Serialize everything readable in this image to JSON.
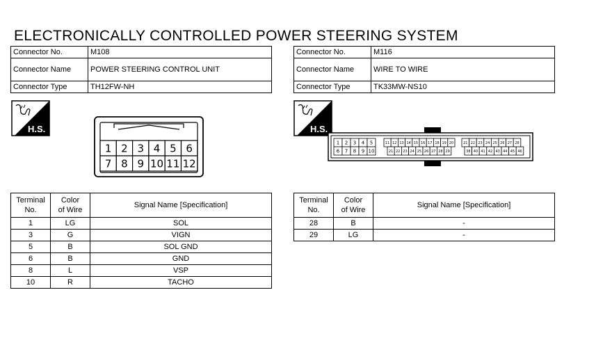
{
  "title": "ELECTRONICALLY CONTROLLED POWER STEERING SYSTEM",
  "left": {
    "connector_no_label": "Connector No.",
    "connector_no": "M108",
    "connector_name_label": "Connector Name",
    "connector_name": "POWER STEERING CONTROL UNIT",
    "connector_type_label": "Connector Type",
    "connector_type": "TH12FW-NH",
    "hs_label": "H.S.",
    "pins_top": [
      "1",
      "2",
      "3",
      "4",
      "5",
      "6"
    ],
    "pins_bottom": [
      "7",
      "8",
      "9",
      "10",
      "11",
      "12"
    ],
    "headers": {
      "terminal": [
        "Terminal",
        "No."
      ],
      "color": [
        "Color",
        "of Wire"
      ],
      "signal": "Signal Name [Specification]"
    },
    "rows": [
      {
        "term": "1",
        "color": "LG",
        "signal": "SOL"
      },
      {
        "term": "3",
        "color": "G",
        "signal": "VIGN"
      },
      {
        "term": "5",
        "color": "B",
        "signal": "SOL GND"
      },
      {
        "term": "6",
        "color": "B",
        "signal": "GND"
      },
      {
        "term": "8",
        "color": "L",
        "signal": "VSP"
      },
      {
        "term": "10",
        "color": "R",
        "signal": "TACHO"
      }
    ]
  },
  "right": {
    "connector_no_label": "Connector No.",
    "connector_no": "M116",
    "connector_name_label": "Connector Name",
    "connector_name": "WIRE TO WIRE",
    "connector_type_label": "Connector Type",
    "connector_type": "TK33MW-NS10",
    "hs_label": "H.S.",
    "pins_a_top": [
      "1",
      "2",
      "3",
      "4",
      "5"
    ],
    "pins_a_bottom": [
      "6",
      "7",
      "8",
      "9",
      "10"
    ],
    "pins_b_top": [
      "11",
      "12",
      "13",
      "14",
      "15",
      "16",
      "17",
      "18",
      "19",
      "20"
    ],
    "pins_b_bottom": [
      "21",
      "22",
      "23",
      "24",
      "25",
      "26",
      "27",
      "28",
      "29"
    ],
    "pins_c_top": [
      "21",
      "22",
      "23",
      "24",
      "25",
      "26",
      "27",
      "28"
    ],
    "pins_c_bottom": [
      "38",
      "40",
      "41",
      "42",
      "43",
      "44",
      "45",
      "46"
    ],
    "headers": {
      "terminal": [
        "Terminal",
        "No."
      ],
      "color": [
        "Color",
        "of Wire"
      ],
      "signal": "Signal Name [Specification]"
    },
    "rows": [
      {
        "term": "28",
        "color": "B",
        "signal": "-"
      },
      {
        "term": "29",
        "color": "LG",
        "signal": "-"
      }
    ]
  }
}
